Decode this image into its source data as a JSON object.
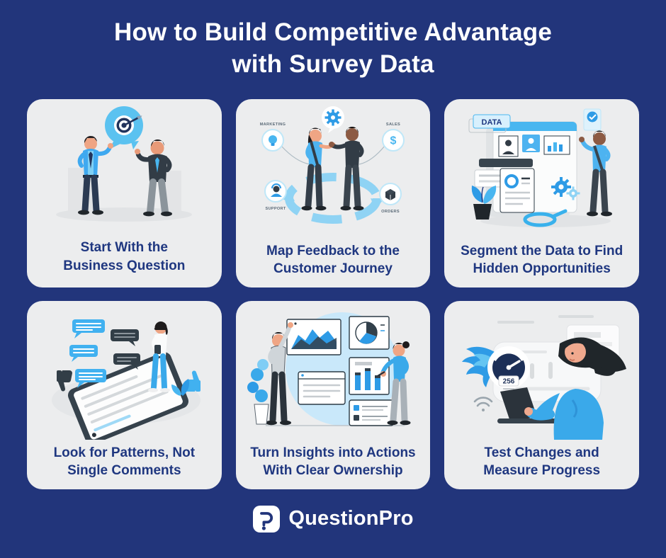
{
  "header": {
    "title": "How to Build Competitive Advantage\nwith Survey Data"
  },
  "cards": [
    {
      "caption": "Start With the\nBusiness Question"
    },
    {
      "caption": "Map Feedback to the\nCustomer Journey",
      "journey_labels": {
        "marketing": "MARKETING",
        "sales": "SALES",
        "support": "SUPPORT",
        "orders": "ORDERS"
      },
      "journey_icons": {
        "sales_symbol": "$"
      }
    },
    {
      "caption": "Segment the Data to Find\nHidden Opportunities",
      "data_tag": "DATA"
    },
    {
      "caption": "Look for Patterns, Not\nSingle Comments"
    },
    {
      "caption": "Turn Insights into Actions\nWith Clear Ownership"
    },
    {
      "caption": "Test Changes and\nMeasure Progress",
      "gauge_value": "256"
    }
  ],
  "footer": {
    "brand_name": "QuestionPro"
  },
  "colors": {
    "background": "#22357B",
    "card_background": "#ECEDEE",
    "caption_text": "#1F3780",
    "accent_sky_blue": "#5BC2F0",
    "mid_blue": "#2E9BE6",
    "ink_dark": "#323C46"
  }
}
